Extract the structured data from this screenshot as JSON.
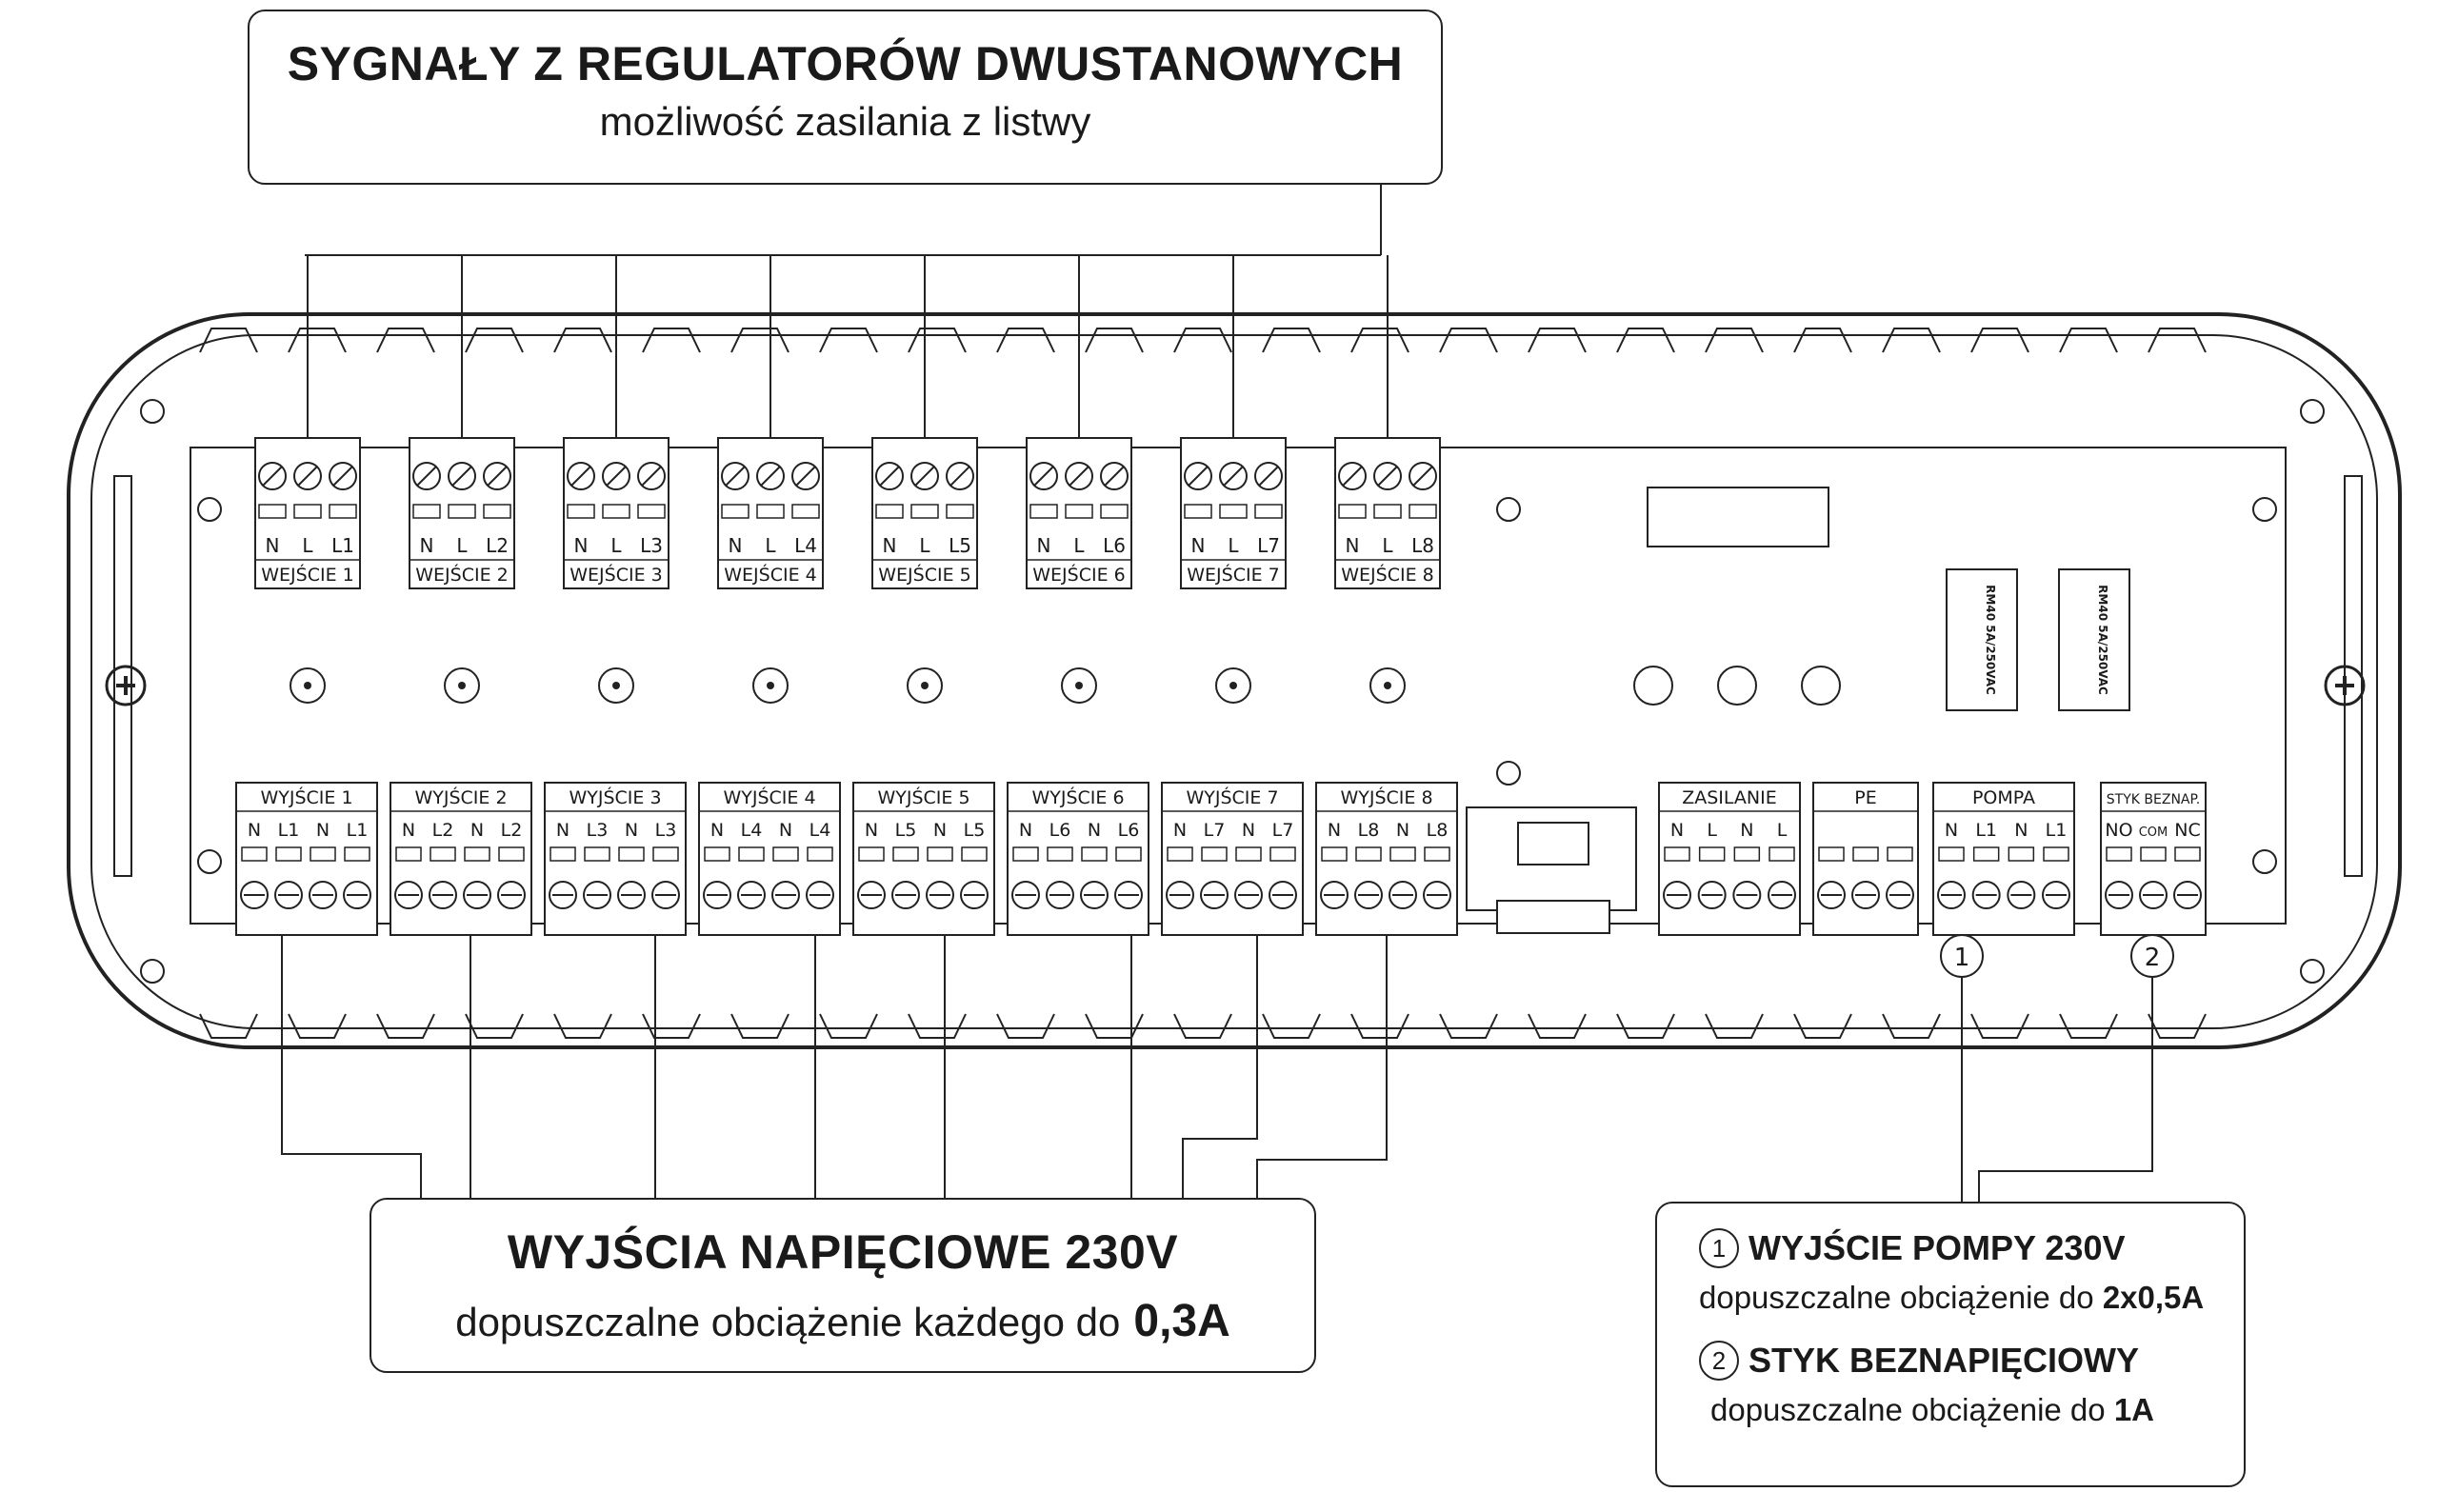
{
  "top_callout": {
    "title": "SYGNAŁY Z REGULATORÓW DWUSTANOWYCH",
    "subtitle": "możliwość zasilania z listwy"
  },
  "bottom_callout": {
    "title": "WYJŚCIA NAPIĘCIOWE 230V",
    "subtitle": "dopuszczalne obciążenie każdego do",
    "value": "0,3A"
  },
  "right_callout": {
    "item1_num": "1",
    "item1_title": "WYJŚCIE POMPY 230V",
    "item1_sub": "dopuszczalne obciążenie do",
    "item1_value": "2x0,5A",
    "item2_num": "2",
    "item2_title": "STYK BEZNAPIĘCIOWY",
    "item2_sub": "dopuszczalne obciążenie do",
    "item2_value": "1A"
  },
  "inputs": [
    {
      "label": "WEJŚCIE 1",
      "pins": [
        "N",
        "L",
        "L1"
      ]
    },
    {
      "label": "WEJŚCIE 2",
      "pins": [
        "N",
        "L",
        "L2"
      ]
    },
    {
      "label": "WEJŚCIE 3",
      "pins": [
        "N",
        "L",
        "L3"
      ]
    },
    {
      "label": "WEJŚCIE 4",
      "pins": [
        "N",
        "L",
        "L4"
      ]
    },
    {
      "label": "WEJŚCIE 5",
      "pins": [
        "N",
        "L",
        "L5"
      ]
    },
    {
      "label": "WEJŚCIE 6",
      "pins": [
        "N",
        "L",
        "L6"
      ]
    },
    {
      "label": "WEJŚCIE 7",
      "pins": [
        "N",
        "L",
        "L7"
      ]
    },
    {
      "label": "WEJŚCIE 8",
      "pins": [
        "N",
        "L",
        "L8"
      ]
    }
  ],
  "outputs": [
    {
      "label": "WYJŚCIE 1",
      "pins": [
        "N",
        "L1",
        "N",
        "L1"
      ]
    },
    {
      "label": "WYJŚCIE 2",
      "pins": [
        "N",
        "L2",
        "N",
        "L2"
      ]
    },
    {
      "label": "WYJŚCIE 3",
      "pins": [
        "N",
        "L3",
        "N",
        "L3"
      ]
    },
    {
      "label": "WYJŚCIE 4",
      "pins": [
        "N",
        "L4",
        "N",
        "L4"
      ]
    },
    {
      "label": "WYJŚCIE 5",
      "pins": [
        "N",
        "L5",
        "N",
        "L5"
      ]
    },
    {
      "label": "WYJŚCIE 6",
      "pins": [
        "N",
        "L6",
        "N",
        "L6"
      ]
    },
    {
      "label": "WYJŚCIE 7",
      "pins": [
        "N",
        "L7",
        "N",
        "L7"
      ]
    },
    {
      "label": "WYJŚCIE 8",
      "pins": [
        "N",
        "L8",
        "N",
        "L8"
      ]
    }
  ],
  "aux_blocks": [
    {
      "label": "ZASILANIE",
      "pins": [
        "N",
        "L",
        "N",
        "L"
      ]
    },
    {
      "label": "PE",
      "pins": [
        "",
        "",
        ""
      ]
    },
    {
      "label": "POMPA",
      "pins": [
        "N",
        "L1",
        "N",
        "L1"
      ]
    },
    {
      "label": "STYK BEZNAP.",
      "pins": [
        "NO",
        "COM",
        "NC"
      ]
    }
  ],
  "relay_labels": [
    "RM40 5A/250VAC",
    "RM40 5A/250VAC"
  ],
  "markers": [
    "1",
    "2"
  ]
}
